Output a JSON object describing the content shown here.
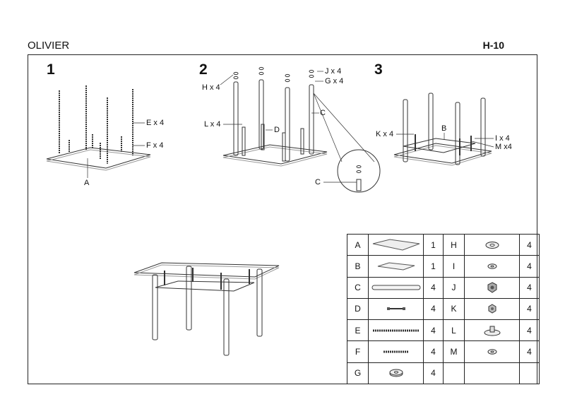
{
  "header": {
    "model": "OLIVIER",
    "code": "H-10"
  },
  "steps": [
    {
      "number": "1",
      "labels": [
        "E x 4",
        "F x 4",
        "A"
      ]
    },
    {
      "number": "2",
      "labels": [
        "J x 4",
        "G x 4",
        "H x 4",
        "C",
        "L x 4",
        "D",
        "C"
      ]
    },
    {
      "number": "3",
      "labels": [
        "B",
        "K x 4",
        "I x 4",
        "M x4"
      ]
    }
  ],
  "parts": [
    {
      "left": {
        "letter": "A",
        "icon": "glass-top-icon",
        "qty": "1"
      },
      "right": {
        "letter": "H",
        "icon": "washer-icon",
        "qty": "4"
      }
    },
    {
      "left": {
        "letter": "B",
        "icon": "glass-shelf-icon",
        "qty": "1"
      },
      "right": {
        "letter": "I",
        "icon": "small-washer-icon",
        "qty": "4"
      }
    },
    {
      "left": {
        "letter": "C",
        "icon": "leg-tube-icon",
        "qty": "4"
      },
      "right": {
        "letter": "J",
        "icon": "nut-icon",
        "qty": "4"
      }
    },
    {
      "left": {
        "letter": "D",
        "icon": "connector-bolt-icon",
        "qty": "4"
      },
      "right": {
        "letter": "K",
        "icon": "hex-nut-icon",
        "qty": "4"
      }
    },
    {
      "left": {
        "letter": "E",
        "icon": "long-threaded-rod-icon",
        "qty": "4"
      },
      "right": {
        "letter": "L",
        "icon": "foot-cap-icon",
        "qty": "4"
      }
    },
    {
      "left": {
        "letter": "F",
        "icon": "short-threaded-rod-icon",
        "qty": "4"
      },
      "right": {
        "letter": "M",
        "icon": "small-washer-icon",
        "qty": "4"
      }
    },
    {
      "left": {
        "letter": "G",
        "icon": "spacer-washer-icon",
        "qty": "4"
      },
      "right": {
        "letter": "",
        "icon": "",
        "qty": ""
      }
    }
  ]
}
